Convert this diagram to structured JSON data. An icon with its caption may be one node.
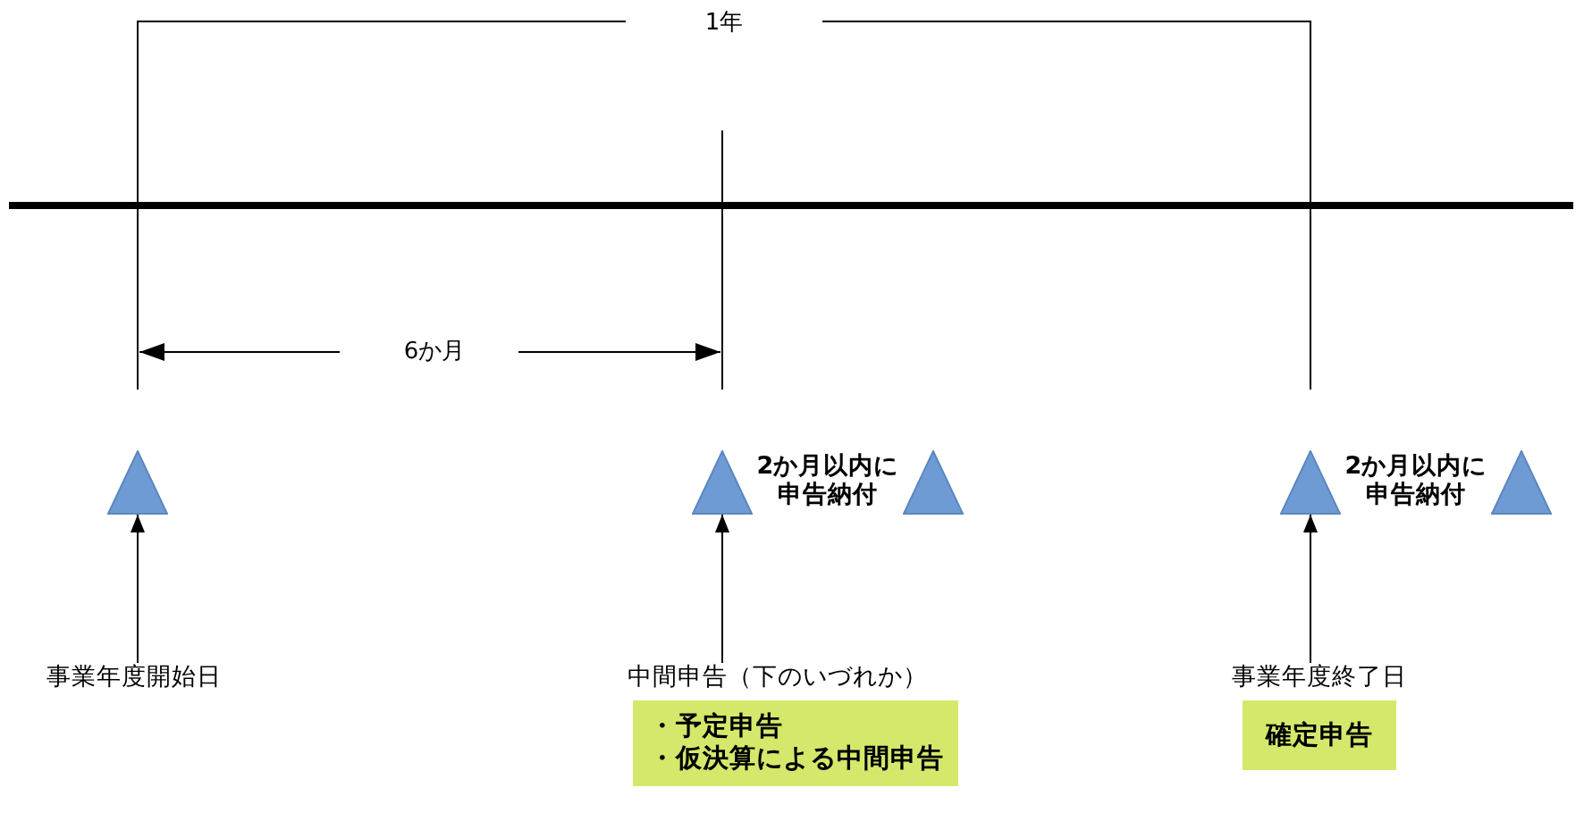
{
  "diagram": {
    "nodes": [
      {
        "text": [],
        "shape": "triangle"
      },
      {
        "text": [],
        "shape": "triangle"
      },
      {
        "text": [],
        "shape": "triangle"
      },
      {
        "text": [],
        "shape": "triangle"
      },
      {
        "text": [],
        "shape": "triangle"
      },
      {
        "text": [
          "事業年度開始日"
        ]
      },
      {
        "text": [
          "中間申告（下のいづれか）"
        ]
      },
      {
        "text": [
          "事業年度終了日"
        ]
      },
      {
        "text": [
          "・予定申告",
          "・仮決算による中間申告"
        ]
      },
      {
        "text": [
          "確定申告"
        ]
      }
    ],
    "edges": [
      {
        "from": 5,
        "to": 0,
        "arrow": "to"
      },
      {
        "from": 6,
        "to": 1,
        "arrow": "to"
      },
      {
        "from": 7,
        "to": 3,
        "arrow": "to"
      }
    ],
    "labels": [
      "1年",
      "6か月",
      "2か月以内に申告納付",
      "2か月以内に申告納付"
    ]
  }
}
